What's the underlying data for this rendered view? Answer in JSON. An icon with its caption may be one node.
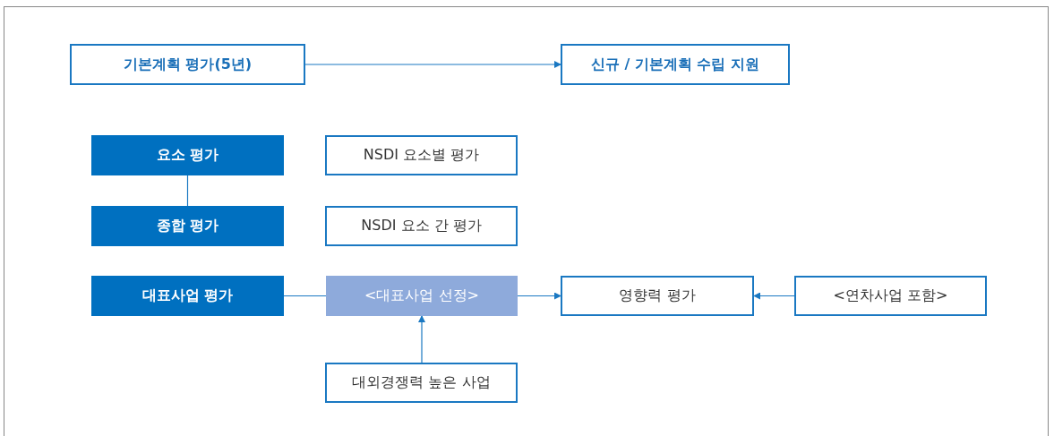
{
  "diagram": {
    "nodes": [
      {
        "text": [
          "기본계획 평가(5년)"
        ]
      },
      {
        "text": [
          "신규 / 기본계획 수립 지원"
        ]
      },
      {
        "text": [
          "요소 평가"
        ]
      },
      {
        "text": [
          "NSDI 요소별 평가"
        ]
      },
      {
        "text": [
          "종합 평가"
        ]
      },
      {
        "text": [
          "NSDI 요소 간 평가"
        ]
      },
      {
        "text": [
          "대표사업 평가"
        ]
      },
      {
        "text": [
          "<대표사업 선정>"
        ]
      },
      {
        "text": [
          "영향력 평가"
        ]
      },
      {
        "text": [
          "<연차사업 포함>"
        ]
      },
      {
        "text": [
          "대외경쟁력 높은 사업"
        ]
      }
    ],
    "edges": [
      {
        "from": 0,
        "to": 1,
        "arrow": "to"
      },
      {
        "from": 2,
        "to": 4,
        "arrow": "none"
      },
      {
        "from": 6,
        "to": 7,
        "arrow": "none"
      },
      {
        "from": 7,
        "to": 8,
        "arrow": "to"
      },
      {
        "from": 9,
        "to": 8,
        "arrow": "to"
      },
      {
        "from": 10,
        "to": 7,
        "arrow": "to"
      }
    ]
  }
}
